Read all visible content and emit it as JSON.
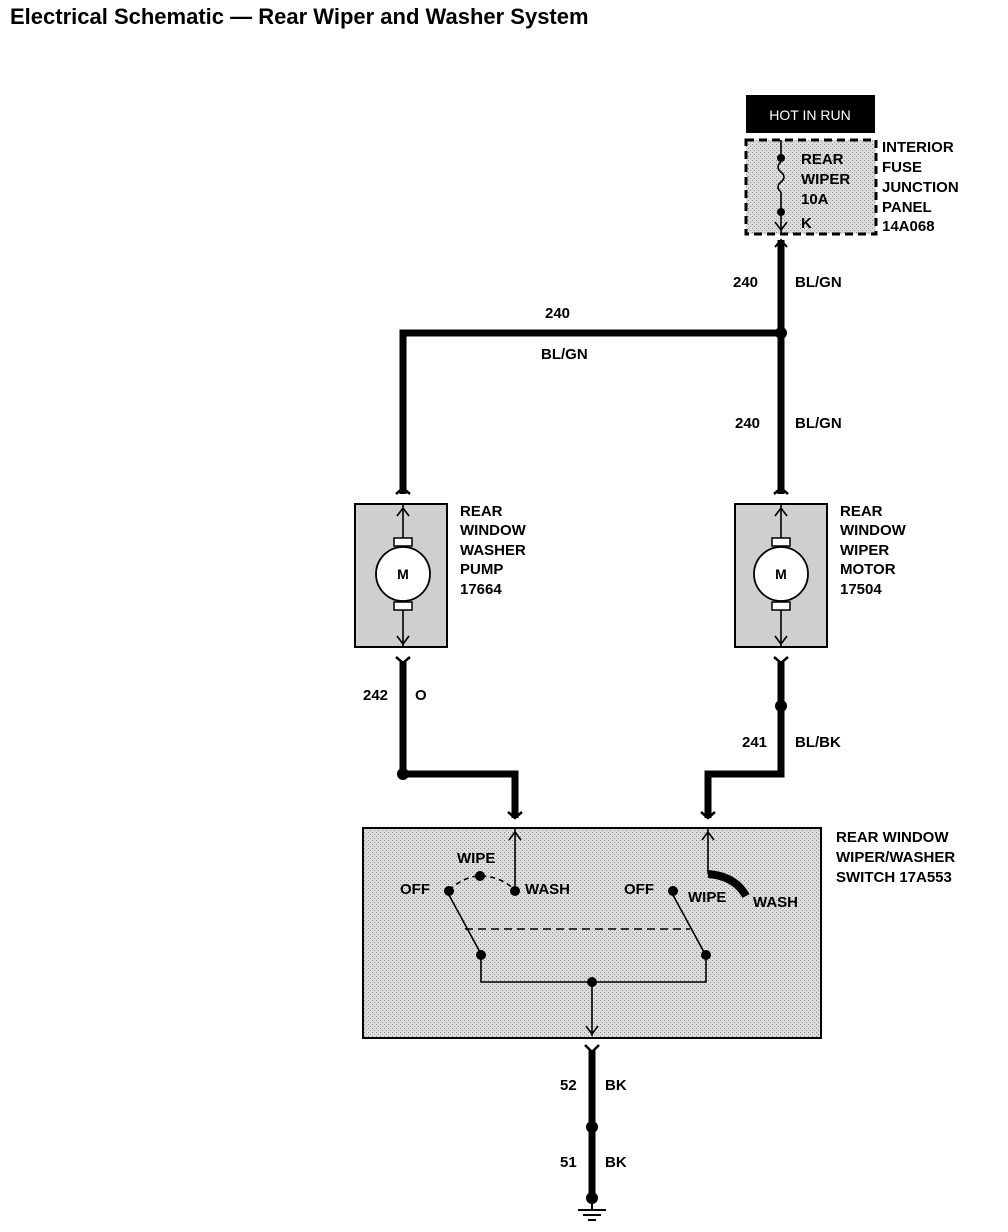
{
  "title": "Electrical Schematic — Rear Wiper and Washer System",
  "power_source": "HOT IN RUN",
  "fuse_panel": {
    "label_lines": [
      "INTERIOR",
      "FUSE",
      "JUNCTION",
      "PANEL",
      "14A068"
    ],
    "fuse_lines": [
      "REAR",
      "WIPER",
      "10A",
      "K"
    ]
  },
  "wires": {
    "w240_top": {
      "circuit": "240",
      "color": "BL/GN"
    },
    "w240_horizontal": {
      "circuit": "240",
      "color": "BL/GN"
    },
    "w240_right": {
      "circuit": "240",
      "color": "BL/GN"
    },
    "w242": {
      "circuit": "242",
      "color": "O"
    },
    "w241": {
      "circuit": "241",
      "color": "BL/BK"
    },
    "w52": {
      "circuit": "52",
      "color": "BK"
    },
    "w51": {
      "circuit": "51",
      "color": "BK"
    }
  },
  "washer_pump": {
    "label_lines": [
      "REAR",
      "WINDOW",
      "WASHER",
      "PUMP",
      "17664"
    ],
    "motor_symbol": "M"
  },
  "wiper_motor": {
    "label_lines": [
      "REAR",
      "WINDOW",
      "WIPER",
      "MOTOR",
      "17504"
    ],
    "motor_symbol": "M"
  },
  "switch": {
    "label_lines": [
      "REAR WINDOW",
      "WIPER/WASHER",
      "SWITCH 17A553"
    ],
    "left_positions": {
      "off": "OFF",
      "wipe": "WIPE",
      "wash": "WASH"
    },
    "right_positions": {
      "off": "OFF",
      "wipe": "WIPE",
      "wash": "WASH"
    }
  }
}
